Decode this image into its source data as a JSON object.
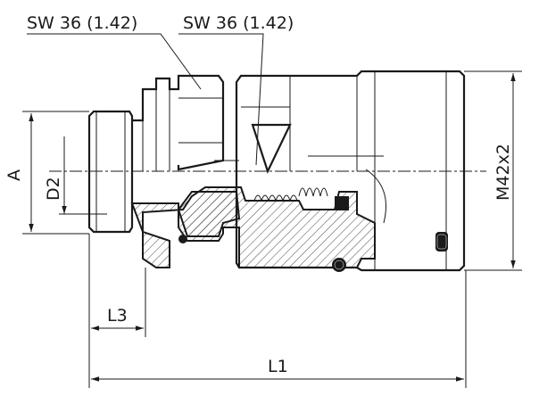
{
  "drawing": {
    "callouts": [
      {
        "label": "SW 36 (1.42)"
      },
      {
        "label": "SW 36 (1.42)"
      }
    ],
    "dimensions": {
      "a": "A",
      "d2": "D2",
      "thread": "M42x2",
      "l3": "L3",
      "l1": "L1"
    }
  }
}
